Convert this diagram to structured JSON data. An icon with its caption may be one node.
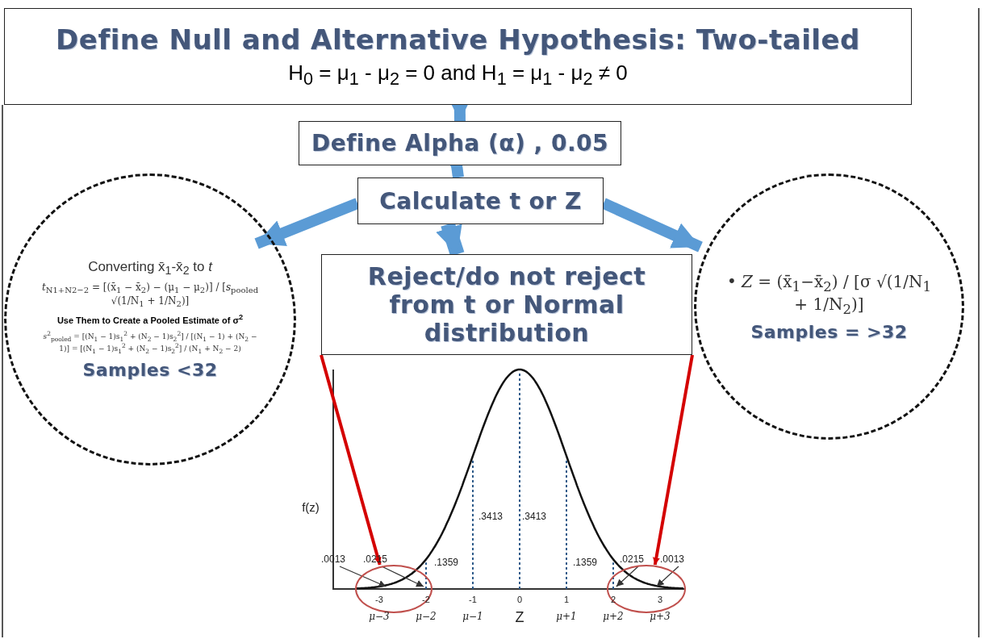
{
  "diagram": {
    "nodes": [
      {
        "text": [
          "Define Null and Alternative Hypothesis:  Two-tailed",
          "H$_{0}$ = μ$_{1}$ - μ$_{2}$  = 0 and H$_{1}$ = μ$_{1}$ - μ$_{2}$  ≠ 0"
        ]
      },
      {
        "text": [
          "Define Alpha (α) , 0.05"
        ]
      },
      {
        "text": [
          "Calculate  t  or Z"
        ]
      },
      {
        "text": [
          "Converting x̄$_{1}$-x̄$_{2}$ to *t*",
          "*t*$_{N1+N2−2}$ = [(x̄$_{1}$ − x̄$_{2}$) − (μ$_{1}$ − μ$_{2}$)] / [*s*$_{pooled}$ √(1/N$_{1}$ + 1/N$_{2}$)]",
          "Use Them to Create a Pooled Estimate of σ$^{2}$",
          "*s*$^{2}$$_{pooled}$ = [(N$_{1}$ − 1)s$_{1}$$^{2}$ + (N$_{2}$ − 1)s$_{2}$$^{2}$] / [(N$_{1}$ − 1) + (N$_{2}$ − 1)] = [(N$_{1}$ − 1)s$_{1}$$^{2}$ + (N$_{2}$ − 1)s$_{2}$$^{2}$] / (N$_{1}$ + N$_{2}$ − 2)",
          "Samples <32"
        ]
      },
      {
        "text": [
          "• *Z* = (x̄$_{1}$−x̄$_{2}$) / [σ √(1/N$_{1}$ + 1/N$_{2}$)]",
          "Samples = >32"
        ]
      },
      {
        "text": [
          "Reject/do not reject from t or Normal distribution"
        ]
      },
      {
        "text": [],
        "shape": "ellipse"
      },
      {
        "text": [],
        "shape": "ellipse"
      },
      {
        "text": [
          ".0013"
        ]
      },
      {
        "text": [
          ".0215"
        ]
      },
      {
        "text": [
          ".0215"
        ]
      },
      {
        "text": [
          ".0013"
        ]
      }
    ],
    "edges": [
      {
        "from": 0,
        "to": 1,
        "arrow": "to",
        "style": "thick"
      },
      {
        "from": 1,
        "to": 2,
        "arrow": "to",
        "style": "thick"
      },
      {
        "from": 2,
        "to": 3,
        "arrow": "to",
        "style": "thick"
      },
      {
        "from": 2,
        "to": 5,
        "arrow": "to",
        "style": "thick"
      },
      {
        "from": 2,
        "to": 4,
        "arrow": "to",
        "style": "thick"
      },
      {
        "from": 5,
        "to": 6,
        "arrow": "to",
        "color": "#d40000"
      },
      {
        "from": 5,
        "to": 7,
        "arrow": "to",
        "color": "#d40000"
      },
      {
        "from": 8,
        "to": 6,
        "arrow": "to",
        "color": "#333333"
      },
      {
        "from": 9,
        "to": 6,
        "arrow": "to",
        "color": "#333333"
      },
      {
        "from": 10,
        "to": 7,
        "arrow": "to",
        "color": "#333333"
      },
      {
        "from": 11,
        "to": 7,
        "arrow": "to",
        "color": "#333333"
      }
    ],
    "labels": [
      "f(z)",
      ".3413",
      ".3413",
      ".1359",
      ".1359",
      "-3",
      "-2",
      "-1",
      "0",
      "1",
      "2",
      "3",
      "μ−3",
      "μ−2",
      "μ−1",
      "Z",
      "μ+1",
      "μ+2",
      "μ+3"
    ]
  }
}
